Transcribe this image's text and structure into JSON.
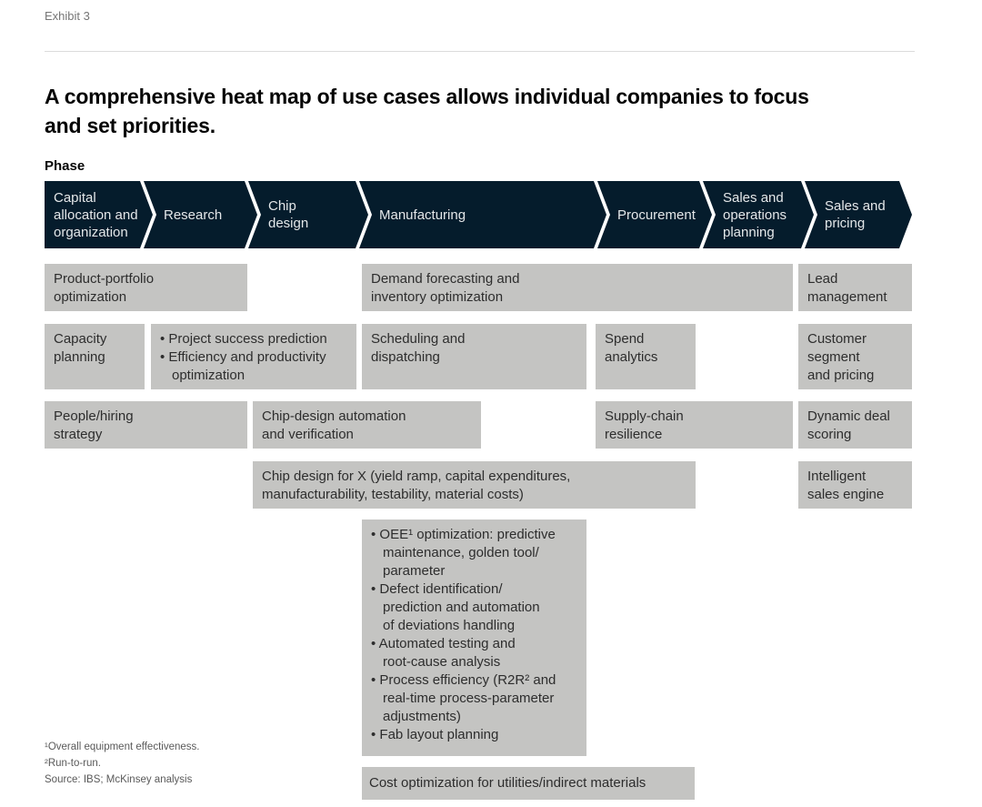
{
  "exhibit_label": "Exhibit 3",
  "title": "A comprehensive heat map of use cases allows individual companies to focus\nand set priorities.",
  "phase_label": "Phase",
  "phases": [
    "Capital\nallocation and\norganization",
    "Research",
    "Chip\ndesign",
    "Manufacturing",
    "Procurement",
    "Sales and\noperations\nplanning",
    "Sales and\npricing"
  ],
  "boxes": {
    "product_portfolio": "Product-portfolio\noptimization",
    "demand_forecasting": "Demand forecasting and\ninventory optimization",
    "lead_management": "Lead\nmanagement",
    "capacity_planning": "Capacity\nplanning",
    "research_bullets": [
      "• Project success prediction",
      "• Efficiency and productivity\noptimization"
    ],
    "scheduling": "Scheduling and\ndispatching",
    "spend_analytics": "Spend\nanalytics",
    "customer_segment": "Customer\nsegment\nand pricing",
    "people_hiring": "People/hiring\nstrategy",
    "chip_design_automation": "Chip-design automation\nand verification",
    "supply_chain": "Supply-chain\nresilience",
    "dynamic_deal": "Dynamic deal\nscoring",
    "chip_design_x": "Chip design for X (yield ramp, capital expenditures,\nmanufacturability, testability, material costs)",
    "intelligent_sales": "Intelligent\nsales engine",
    "manufacturing_bullets": [
      "• OEE¹ optimization: predictive\nmaintenance, golden tool/\nparameter",
      "• Defect identification/\nprediction and automation\nof deviations handling",
      "• Automated testing and\nroot-cause analysis",
      "• Process efficiency (R2R² and\nreal-time process-parameter\nadjustments)",
      "• Fab layout planning"
    ],
    "cost_optimization": "Cost optimization for utilities/indirect materials"
  },
  "footnotes": [
    "¹Overall equipment effectiveness.",
    "²Run-to-run.",
    "Source: IBS; McKinsey analysis"
  ],
  "colors": {
    "phase_band": "#051c2c",
    "box_gray": "#c4c4c2"
  }
}
